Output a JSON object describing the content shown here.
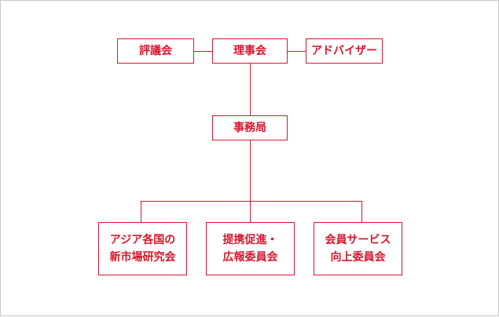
{
  "org_chart": {
    "top_row": {
      "left": {
        "label": "評議会"
      },
      "center": {
        "label": "理事会"
      },
      "right": {
        "label": "アドバイザー"
      }
    },
    "middle": {
      "label": "事務局"
    },
    "committees": [
      {
        "line1": "アジア各国の",
        "line2": "新市場研究会"
      },
      {
        "line1": "提携促進・",
        "line2": "広報委員会"
      },
      {
        "line1": "会員サービス",
        "line2": "向上委員会"
      }
    ]
  },
  "colors": {
    "accent": "#d9162c",
    "connector": "#d9162c",
    "frame": "#c8c8c8",
    "background": "#ffffff"
  }
}
